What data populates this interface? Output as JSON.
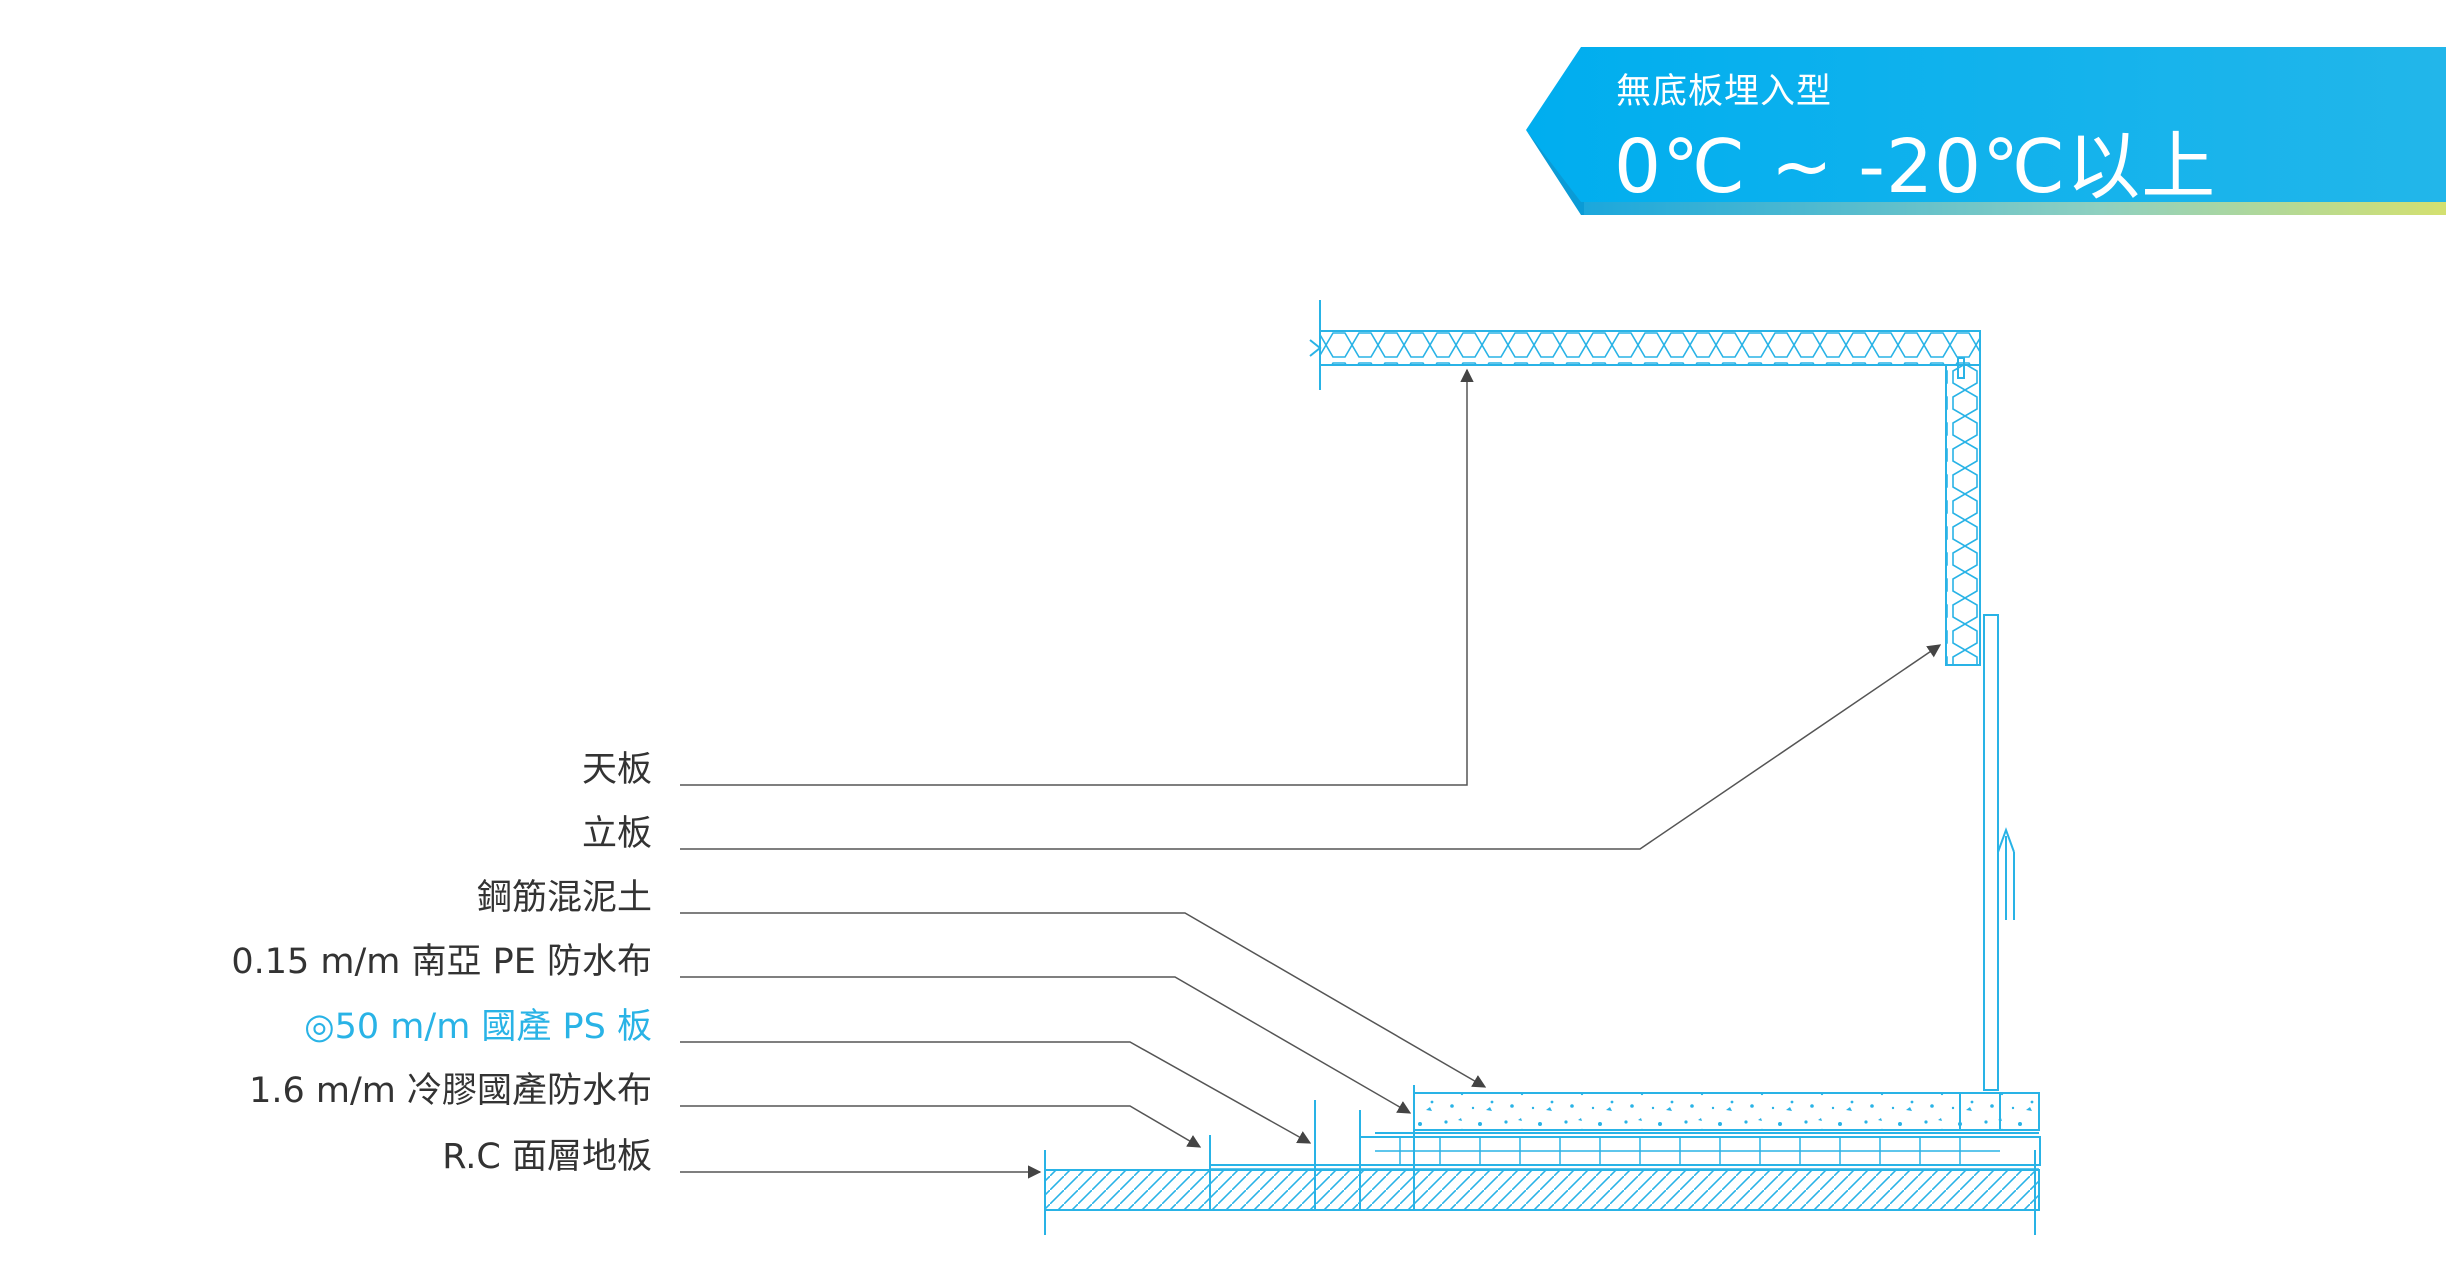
{
  "banner": {
    "subtitle": "無底板埋入型",
    "title": "0℃ ~ -20℃以上",
    "colors": {
      "gradient_start": "#00aeef",
      "gradient_end": "#1fb4e8",
      "shadow": "#0a95d1",
      "accent_stripe": "#c8dc6a"
    }
  },
  "legend": {
    "items": [
      {
        "label": "天板"
      },
      {
        "label": "立板"
      },
      {
        "label": "鋼筋混泥土"
      },
      {
        "label": "0.15 m/m 南亞 PE 防水布"
      },
      {
        "label": "◎50 m/m 國產 PS 板"
      },
      {
        "label": "1.6 m/m 冷膠國產防水布"
      },
      {
        "label": "R.C 面層地板"
      }
    ]
  },
  "colors": {
    "line": "#29b3e6",
    "leader": "#555555",
    "text": "#333333",
    "accent_text": "#29b3e6"
  }
}
